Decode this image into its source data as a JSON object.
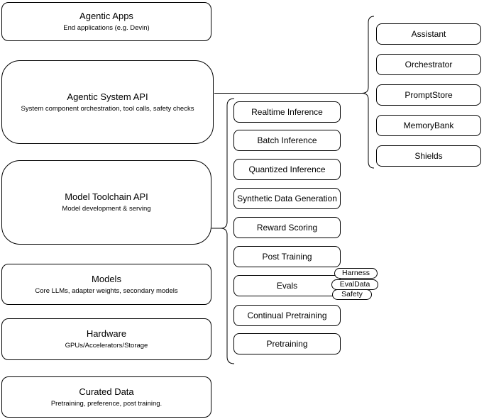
{
  "diagram": {
    "left_stack": [
      {
        "title": "Agentic Apps",
        "subtitle": "End applications (e.g. Devin)"
      },
      {
        "title": "Agentic System API",
        "subtitle": "System component orchestration, tool calls, safety checks"
      },
      {
        "title": "Model Toolchain API",
        "subtitle": "Model development & serving"
      },
      {
        "title": "Models",
        "subtitle": "Core LLMs, adapter weights, secondary models"
      },
      {
        "title": "Hardware",
        "subtitle": "GPUs/Accelerators/Storage"
      },
      {
        "title": "Curated Data",
        "subtitle": "Pretraining, preference, post training."
      }
    ],
    "toolchain_components": [
      "Realtime Inference",
      "Batch Inference",
      "Quantized Inference",
      "Synthetic Data Generation",
      "Reward Scoring",
      "Post Training",
      "Evals",
      "Continual Pretraining",
      "Pretraining"
    ],
    "evals_tags": [
      "Harness",
      "EvalData",
      "Safety"
    ],
    "system_components": [
      "Assistant",
      "Orchestrator",
      "PromptStore",
      "MemoryBank",
      "Shields"
    ],
    "colors": {
      "stroke": "#000000",
      "background": "#ffffff"
    }
  }
}
